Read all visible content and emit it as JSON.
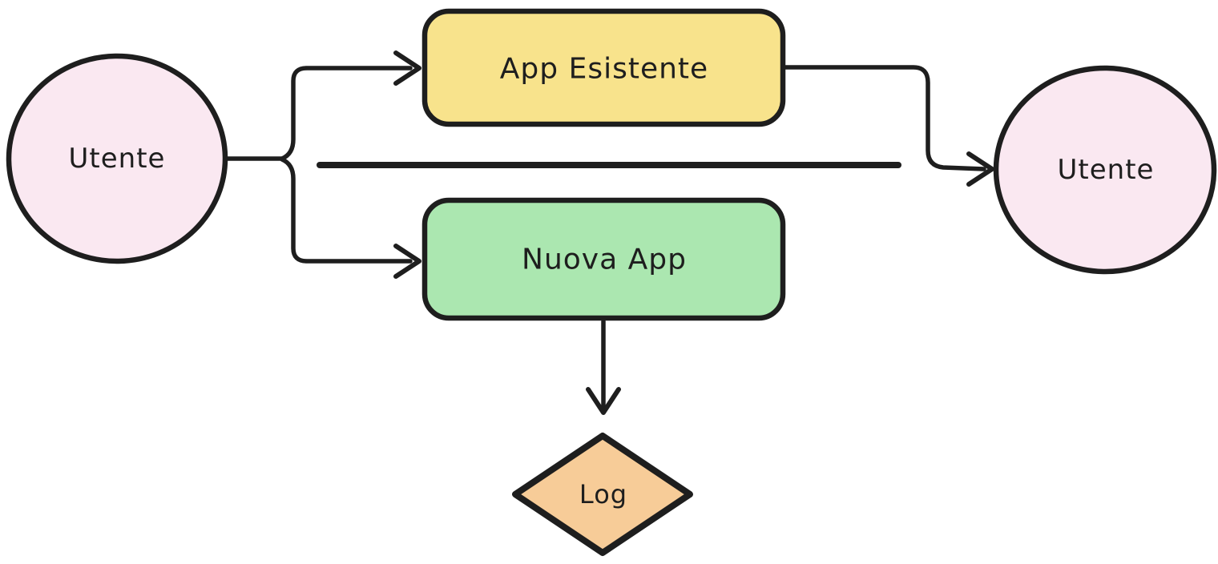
{
  "canvas": {
    "background": "#ffffff",
    "ink": "#1e1e1e"
  },
  "nodes": {
    "user_left": {
      "label": "Utente",
      "shape": "circle",
      "fill": "#fae8f1"
    },
    "app_esistente": {
      "label": "App Esistente",
      "shape": "rounded-rectangle",
      "fill": "#f8e38c"
    },
    "nuova_app": {
      "label": "Nuova App",
      "shape": "rounded-rectangle",
      "fill": "#abe7b0"
    },
    "log": {
      "label": "Log",
      "shape": "diamond",
      "fill": "#f7cc98"
    },
    "user_right": {
      "label": "Utente",
      "shape": "circle",
      "fill": "#fae8f1"
    }
  },
  "edges": [
    {
      "from": "user_left",
      "to": "app_esistente",
      "arrowhead": true
    },
    {
      "from": "user_left",
      "to": "nuova_app",
      "arrowhead": true
    },
    {
      "from": "user_left",
      "to": "user_right",
      "arrowhead": false
    },
    {
      "from": "app_esistente",
      "to": "user_right",
      "arrowhead": true
    },
    {
      "from": "nuova_app",
      "to": "log",
      "arrowhead": true
    }
  ]
}
